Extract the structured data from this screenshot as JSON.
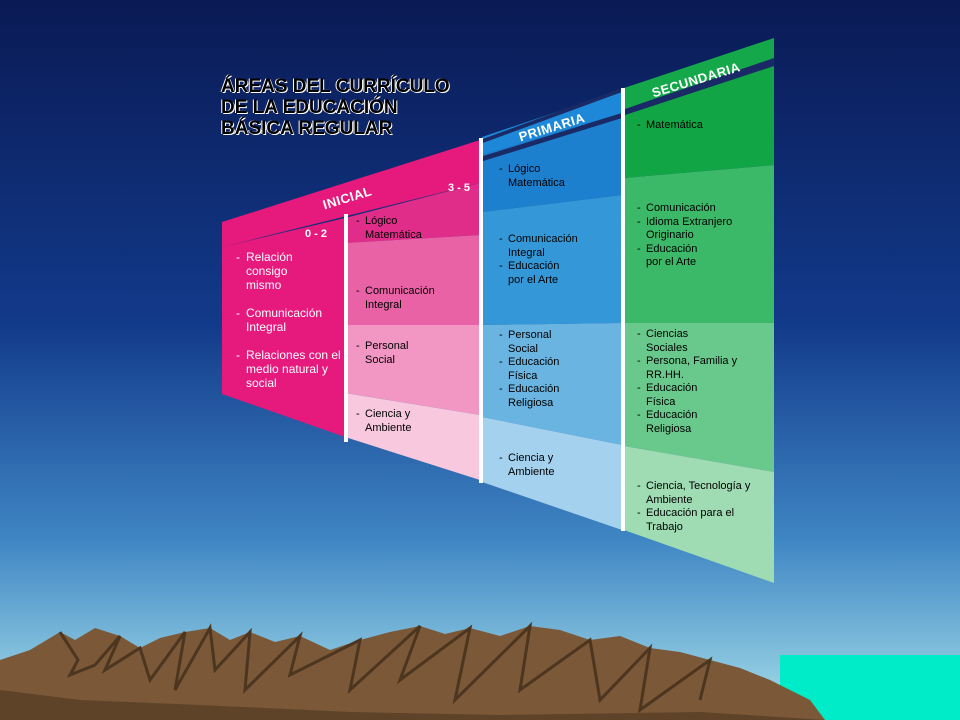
{
  "title_lines": [
    "ÁREAS DEL CURRÍCULO",
    "DE LA EDUCACIÓN",
    "BÁSICA REGULAR"
  ],
  "levels": {
    "inicial": {
      "label": "INICIAL",
      "age_a": "0 - 2",
      "age_b": "3 - 5",
      "cycle_0_2": [
        "Relación consigo mismo",
        "Comunicación Integral",
        "Relaciones con el medio natural y social"
      ],
      "cycle_3_5": [
        [
          "Lógico Matemática"
        ],
        [
          "Comunicación Integral"
        ],
        [
          "Personal Social"
        ],
        [
          "Ciencia y Ambiente"
        ]
      ]
    },
    "primaria": {
      "label": "PRIMARIA",
      "blocks": [
        [
          "Lógico Matemática"
        ],
        [
          "Comunicación Integral",
          "Educación por el Arte"
        ],
        [
          "Personal Social",
          "Educación Física",
          "Educación Religiosa"
        ],
        [
          "Ciencia y Ambiente"
        ]
      ]
    },
    "secundaria": {
      "label": "SECUNDARIA",
      "blocks": [
        [
          "Matemática"
        ],
        [
          "Comunicación",
          "Idioma Extranjero Originario",
          "Educación por el Arte"
        ],
        [
          "Ciencias Sociales",
          "Persona, Familia y RR.HH.",
          "Educación Física",
          "Educación Religiosa"
        ],
        [
          "Ciencia, Tecnología y Ambiente",
          "Educación para el Trabajo"
        ]
      ]
    }
  },
  "colors": {
    "sky_top": "#0b1f5e",
    "sky_bottom": "#9ad8e6",
    "sea": "#00e8c8",
    "mountain": "#7a5a3a",
    "inicial": "#e6197d",
    "primaria": "#1e88d8",
    "secundaria": "#1aa84a",
    "divider": "#1a2a66"
  }
}
